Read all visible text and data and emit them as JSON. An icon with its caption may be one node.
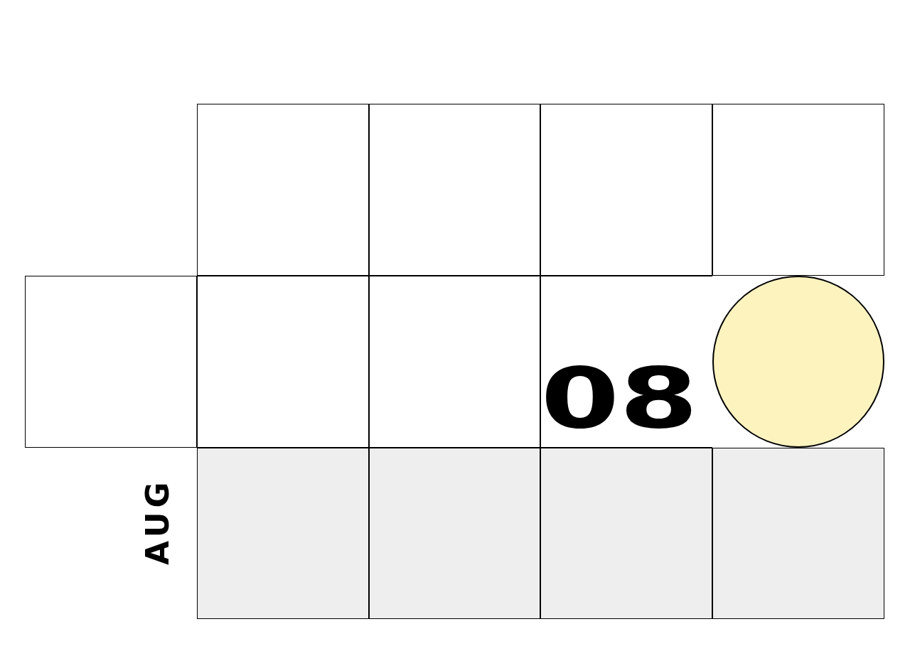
{
  "diagram": {
    "nodes": [
      {
        "text": [],
        "shape": "box"
      },
      {
        "text": [],
        "shape": "box"
      },
      {
        "text": [],
        "shape": "box"
      },
      {
        "text": [],
        "shape": "box"
      },
      {
        "text": [],
        "shape": "box"
      },
      {
        "text": [],
        "shape": "box"
      },
      {
        "text": [],
        "shape": "box"
      },
      {
        "text": [
          "08"
        ]
      },
      {
        "text": [],
        "shape": "circle"
      },
      {
        "text": [],
        "shape": "box"
      },
      {
        "text": [],
        "shape": "box"
      },
      {
        "text": [],
        "shape": "box"
      },
      {
        "text": [],
        "shape": "box"
      }
    ],
    "labels": [
      "AUG"
    ]
  }
}
